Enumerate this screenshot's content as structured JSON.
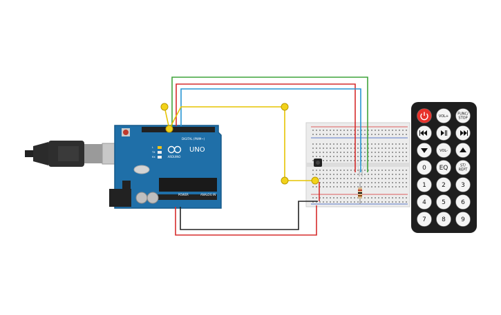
{
  "arduino": {
    "brand": "UNO",
    "logo_text": "ARDUINO",
    "digital_label": "DIGITAL (PWM~)",
    "power_label": "POWER",
    "analog_label": "ANALOG IN",
    "tx_label": "TX",
    "rx_label": "RX",
    "l_label": "L"
  },
  "remote": {
    "buttons": [
      {
        "label": "",
        "icon": "power-icon",
        "color": "#e8322b"
      },
      {
        "label": "VOL+",
        "icon": ""
      },
      {
        "label": "FUNC/\nSTOP",
        "icon": ""
      },
      {
        "label": "",
        "icon": "rewind-icon"
      },
      {
        "label": "",
        "icon": "play-pause-icon"
      },
      {
        "label": "",
        "icon": "fast-forward-icon"
      },
      {
        "label": "",
        "icon": "down-arrow-icon"
      },
      {
        "label": "VOL-",
        "icon": ""
      },
      {
        "label": "",
        "icon": "up-arrow-icon"
      },
      {
        "label": "0",
        "icon": ""
      },
      {
        "label": "EQ",
        "icon": ""
      },
      {
        "label": "ST/\nREPT",
        "icon": ""
      },
      {
        "label": "1",
        "icon": ""
      },
      {
        "label": "2",
        "icon": ""
      },
      {
        "label": "3",
        "icon": ""
      },
      {
        "label": "4",
        "icon": ""
      },
      {
        "label": "5",
        "icon": ""
      },
      {
        "label": "6",
        "icon": ""
      },
      {
        "label": "7",
        "icon": ""
      },
      {
        "label": "8",
        "icon": ""
      },
      {
        "label": "9",
        "icon": ""
      }
    ]
  },
  "colors": {
    "board": "#1f6fa8",
    "board_edge": "#175a8a",
    "breadboard": "#eeeeee",
    "remote": "#1e1e1e",
    "wire_red": "#d62b2b",
    "wire_green": "#3fa33a",
    "wire_blue": "#2796d3",
    "wire_yellow": "#e6c300",
    "wire_black": "#222222"
  }
}
